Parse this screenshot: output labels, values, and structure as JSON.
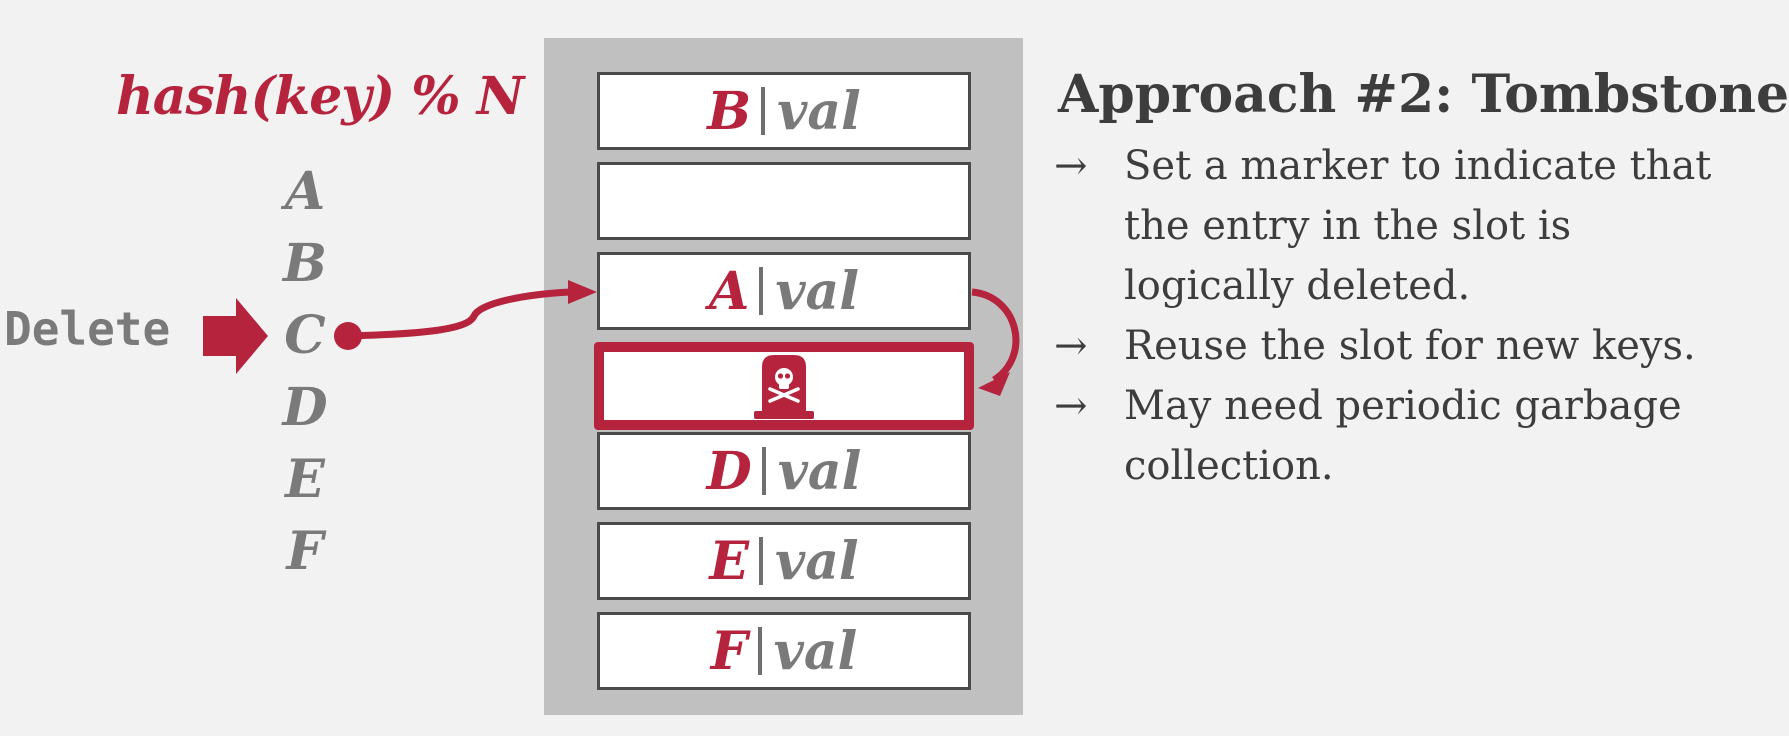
{
  "formula": "hash(key) % N",
  "keys": [
    "A",
    "B",
    "C",
    "D",
    "E",
    "F"
  ],
  "delete_label": "Delete",
  "slots": [
    {
      "key": "B",
      "val": "val"
    },
    {
      "key": "",
      "val": ""
    },
    {
      "key": "A",
      "val": "val"
    },
    {
      "tombstone": true
    },
    {
      "key": "D",
      "val": "val"
    },
    {
      "key": "E",
      "val": "val"
    },
    {
      "key": "F",
      "val": "val"
    }
  ],
  "panel": {
    "title": "Approach #2: Tombstone",
    "bullet_glyph": "→",
    "bullets": [
      "Set a marker to indicate that the entry in the slot is logically deleted.",
      "Reuse the slot for new keys.",
      "May need periodic garbage collection."
    ]
  },
  "colors": {
    "accent": "#b5233c",
    "gray_text": "#7a7a7a",
    "dark_text": "#3d3d3d",
    "table_bg": "#c0c0c0"
  },
  "icons": {
    "tombstone": "tombstone-skull-icon",
    "arrow": "thick-right-arrow-icon"
  }
}
